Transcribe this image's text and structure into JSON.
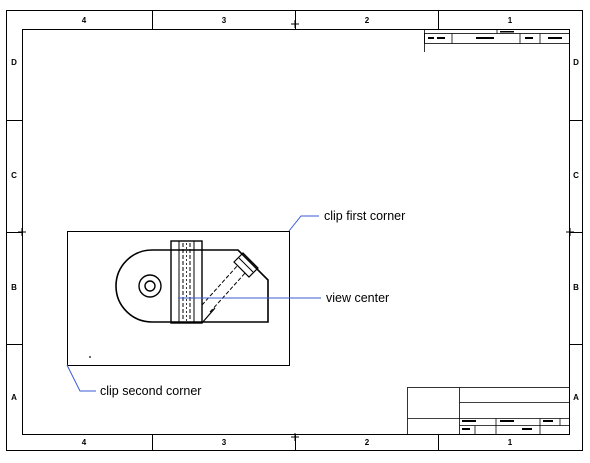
{
  "border": {
    "columns": [
      "4",
      "3",
      "2",
      "1"
    ],
    "rows": [
      "D",
      "C",
      "B",
      "A"
    ]
  },
  "annotations": {
    "clip_first_corner": "clip first corner",
    "view_center": "view center",
    "clip_second_corner": "clip second corner"
  },
  "colors": {
    "line": "#000000",
    "leader": "#3b5bd6",
    "background": "#ffffff"
  }
}
